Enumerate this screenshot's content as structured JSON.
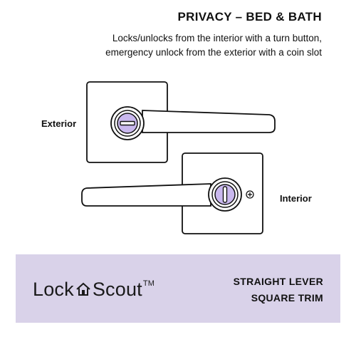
{
  "header": {
    "title": "PRIVACY – BED & BATH",
    "description": "Locks/unlocks from the interior with a turn button, emergency unlock from the exterior with a coin slot"
  },
  "diagram": {
    "exterior_label": "Exterior",
    "interior_label": "Interior"
  },
  "footer": {
    "brand_part1": "Lock",
    "brand_part2": "Scout",
    "trademark": "TM",
    "product_line1": "STRAIGHT LEVER",
    "product_line2": "SQUARE TRIM",
    "background_color": "#d9d2e9"
  },
  "colors": {
    "accent_purple": "#c9b8ee",
    "outline": "#111111"
  }
}
